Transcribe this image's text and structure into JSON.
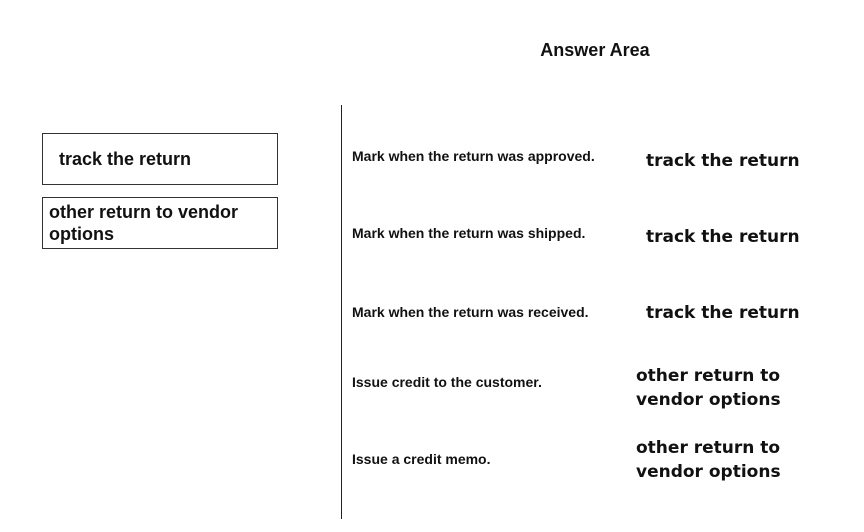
{
  "answer_area": {
    "title": "Answer Area"
  },
  "source": {
    "items": [
      {
        "label": "track the return"
      },
      {
        "label": "other return to vendor options"
      }
    ]
  },
  "rows": [
    {
      "statement": "Mark when the return was approved.",
      "answer": "track the return"
    },
    {
      "statement": "Mark when the return was shipped.",
      "answer": "track the return"
    },
    {
      "statement": "Mark when the return was received.",
      "answer": "track the return"
    },
    {
      "statement": "Issue credit to the customer.",
      "answer": "other return to vendor options"
    },
    {
      "statement": "Issue a credit memo.",
      "answer": "other return to vendor options"
    }
  ]
}
